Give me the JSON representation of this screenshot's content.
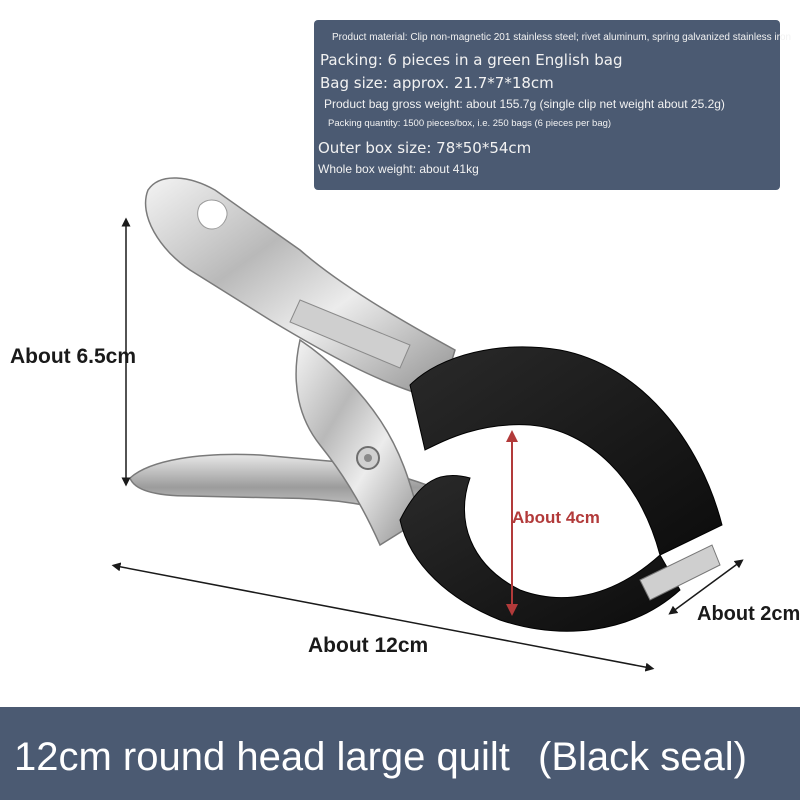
{
  "spec_panel": {
    "material": "Product material: Clip non-magnetic 201 stainless steel; rivet aluminum, spring galvanized stainless iron",
    "packing": "Packing: 6 pieces in a green English bag",
    "bag_size": "Bag size: approx. 21.7*7*18cm",
    "gross_weight": "Product bag gross weight: about 155.7g (single clip net weight about 25.2g)",
    "packing_quantity": "Packing quantity: 1500 pieces/box, i.e. 250 bags (6 pieces per bag)",
    "outer_box": "Outer box size: 78*50*54cm",
    "box_weight": "Whole box weight: about 41kg"
  },
  "dimensions": {
    "height": "About 6.5cm",
    "length": "About 12cm",
    "width": "About 2cm",
    "opening": "About 4cm"
  },
  "banner": {
    "title": "12cm round head large quilt",
    "variant": "(Black seal)"
  },
  "colors": {
    "panel": "#4b5a72",
    "opening_marker": "#b23a3a",
    "grip": "#151515"
  }
}
